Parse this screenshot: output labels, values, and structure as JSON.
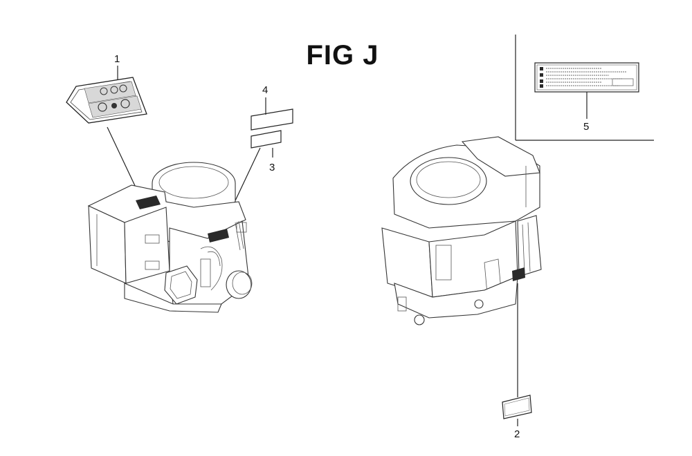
{
  "figure": {
    "title": "FIG J"
  },
  "callouts": [
    {
      "id": "1",
      "label": "1"
    },
    {
      "id": "2",
      "label": "2"
    },
    {
      "id": "3",
      "label": "3"
    },
    {
      "id": "4",
      "label": "4"
    },
    {
      "id": "5",
      "label": "5"
    }
  ]
}
